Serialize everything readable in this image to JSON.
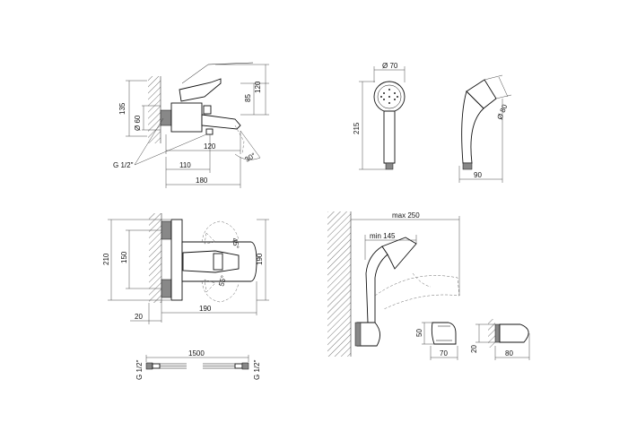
{
  "mixer_side": {
    "dim_height_total": "135",
    "dim_height_top": "120",
    "dim_height_lever": "85",
    "dim_diameter": "Ø 60",
    "dim_spout": "120",
    "dim_angle": "30°",
    "dim_center": "110",
    "dim_total_length": "180",
    "thread_label": "G 1/2\""
  },
  "shower_head": {
    "dim_diameter_top": "Ø 70",
    "dim_height": "215",
    "dim_diameter_side": "Ø 80",
    "dim_width": "90"
  },
  "mixer_front": {
    "dim_left_height": "210",
    "dim_inner_height": "150",
    "dim_right_height": "190",
    "dim_width": "190",
    "dim_offset": "20",
    "angle_top": "45°",
    "angle_bottom": "55°"
  },
  "hose": {
    "length": "1500",
    "thread_left": "G 1/2\"",
    "thread_right": "G 1/2\""
  },
  "holder": {
    "max_label": "max 250",
    "min_label": "min 145",
    "dim_height": "50",
    "dim_width": "70",
    "dim_depth_small": "20",
    "dim_depth": "80"
  }
}
